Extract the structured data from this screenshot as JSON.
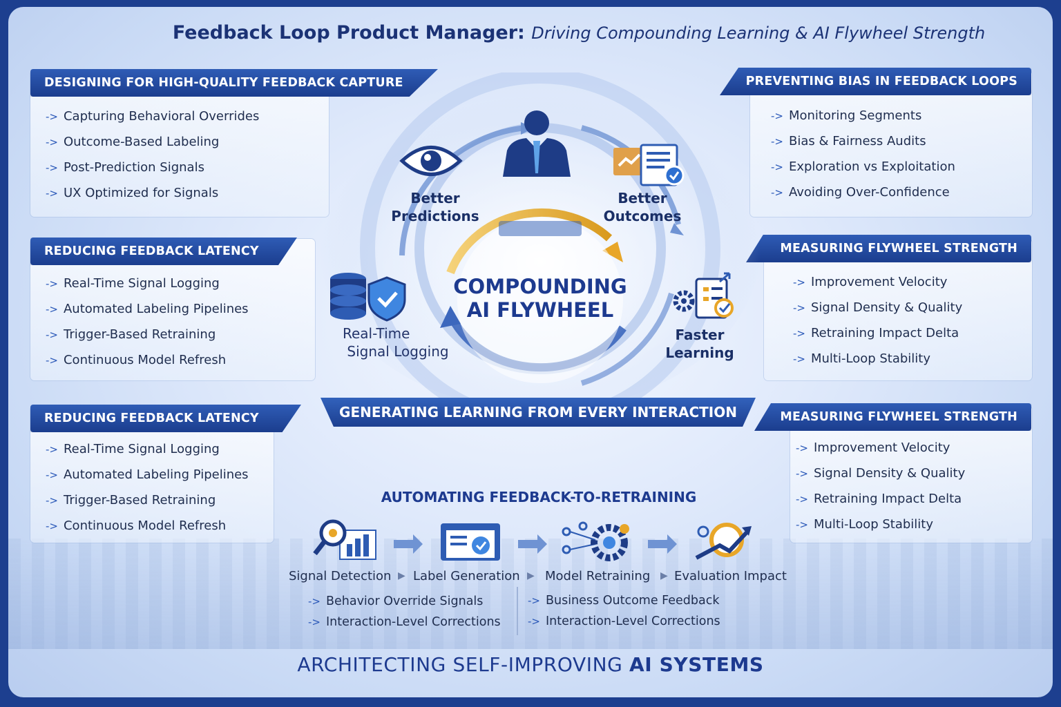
{
  "title": {
    "main": "Feedback Loop Product Manager:",
    "subtitle": "Driving Compounding Learning & AI Flywheel Strength"
  },
  "arrow_glyph": "->",
  "panels": {
    "top_left": {
      "heading": "DESIGNING FOR HIGH-QUALITY FEEDBACK CAPTURE",
      "items": [
        "Capturing Behavioral Overrides",
        "Outcome-Based Labeling",
        "Post-Prediction Signals",
        "UX Optimized for Signals"
      ]
    },
    "top_right": {
      "heading": "PREVENTING BIAS IN FEEDBACK LOOPS",
      "items": [
        "Monitoring Segments",
        "Bias & Fairness Audits",
        "Exploration vs Exploitation",
        "Avoiding Over-Confidence"
      ]
    },
    "mid_left": {
      "heading": "REDUCING FEEDBACK LATENCY",
      "items": [
        "Real-Time Signal Logging",
        "Automated Labeling Pipelines",
        "Trigger-Based Retraining",
        "Continuous Model Refresh"
      ]
    },
    "mid_right": {
      "heading": "MEASURING FLYWHEEL STRENGTH",
      "items": [
        "Improvement Velocity",
        "Signal Density & Quality",
        "Retraining Impact Delta",
        "Multi-Loop Stability"
      ]
    },
    "bot_left": {
      "heading": "REDUCING FEEDBACK LATENCY",
      "items": [
        "Real-Time Signal Logging",
        "Automated Labeling Pipelines",
        "Trigger-Based Retraining",
        "Continuous Model Refresh"
      ]
    },
    "bot_right": {
      "heading": "MEASURING FLYWHEEL STRENGTH",
      "items": [
        "Improvement Velocity",
        "Signal Density & Quality",
        "Retraining Impact Delta",
        "Multi-Loop Stability"
      ]
    }
  },
  "flywheel": {
    "title_line1": "COMPOUNDING",
    "title_line2": "AI FLYWHEEL",
    "nodes": {
      "better_predictions": [
        "Better",
        "Predictions"
      ],
      "better_outcomes": [
        "Better",
        "Outcomes"
      ],
      "real_time": [
        "Real-Time",
        "Signal Logging"
      ],
      "faster_learning": [
        "Faster",
        "Learning"
      ]
    },
    "icons": [
      "eye-icon",
      "person-icon",
      "report-icon",
      "database-shield-icon",
      "checklist-gear-icon"
    ],
    "accent_gold": "#e8a628",
    "accent_blue": "#2a58b8"
  },
  "center_banner": "GENERATING LEARNING FROM EVERY INTERACTION",
  "automation": {
    "title": "AUTOMATING FEEDBACK-TO-RETRAINING",
    "steps": [
      "Signal Detection",
      "Label Generation",
      "Model Retraining",
      "Evaluation Impact"
    ],
    "left_items": [
      "Behavior Override Signals",
      "Interaction-Level Corrections"
    ],
    "right_items": [
      "Business Outcome Feedback",
      "Interaction-Level Corrections"
    ]
  },
  "footer": {
    "normal": "ARCHITECTING SELF-IMPROVING ",
    "bold": "AI SYSTEMS"
  },
  "colors": {
    "banner": "#1b3d8e",
    "title": "#1b3275",
    "frame": "#1d3f8f"
  }
}
